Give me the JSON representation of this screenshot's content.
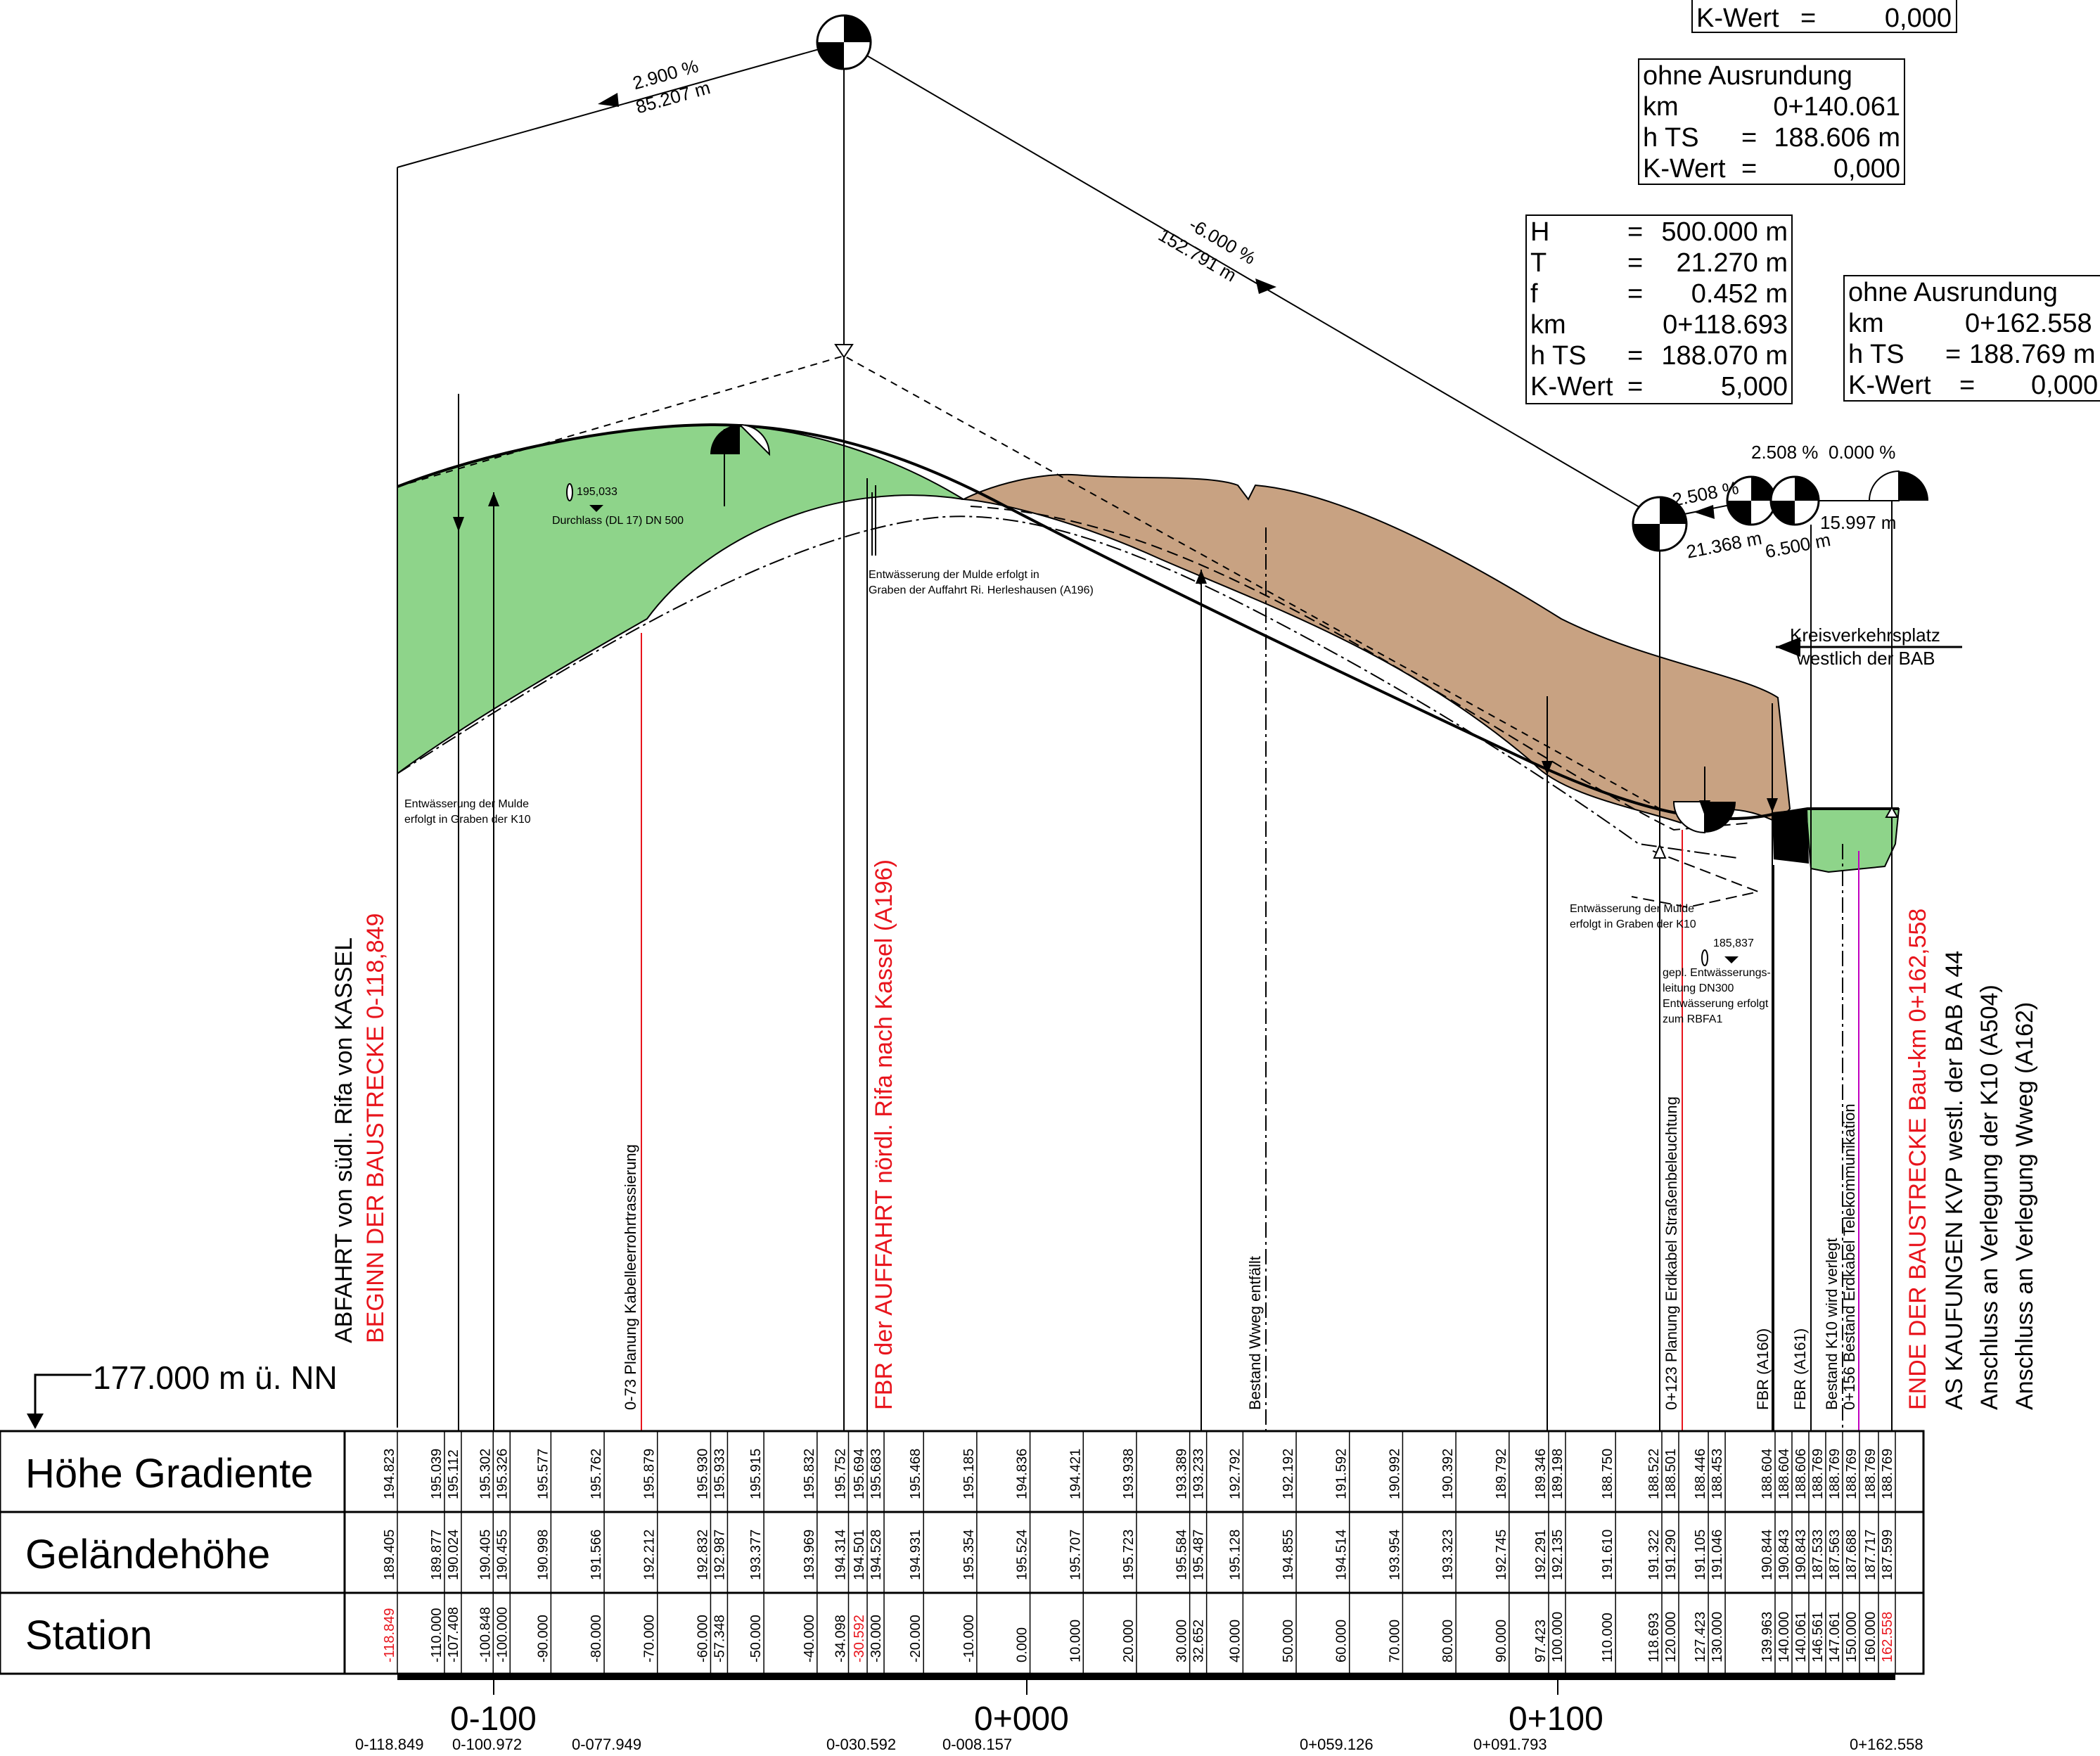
{
  "datum": "177.000 m ü. NN",
  "table": {
    "row_labels": [
      "Höhe Gradiente",
      "Geländehöhe",
      "Station"
    ],
    "columns": [
      {
        "grad": "194.823",
        "gel": "189.405",
        "sta": "-118.849",
        "red": true
      },
      {
        "grad": "195.039",
        "gel": "189.877",
        "sta": "-110.000"
      },
      {
        "grad": "195.112",
        "gel": "190.024",
        "sta": "-107.408"
      },
      {
        "grad": "195.302",
        "gel": "190.405",
        "sta": "-100.848"
      },
      {
        "grad": "195.326",
        "gel": "190.455",
        "sta": "-100.000"
      },
      {
        "grad": "195.577",
        "gel": "190.998",
        "sta": "-90.000"
      },
      {
        "grad": "195.762",
        "gel": "191.566",
        "sta": "-80.000"
      },
      {
        "grad": "195.879",
        "gel": "192.212",
        "sta": "-70.000"
      },
      {
        "grad": "195.930",
        "gel": "192.832",
        "sta": "-60.000"
      },
      {
        "grad": "195.933",
        "gel": "192.987",
        "sta": "-57.348"
      },
      {
        "grad": "195.915",
        "gel": "193.377",
        "sta": "-50.000"
      },
      {
        "grad": "195.832",
        "gel": "193.969",
        "sta": "-40.000"
      },
      {
        "grad": "195.752",
        "gel": "194.314",
        "sta": "-34.098"
      },
      {
        "grad": "195.694",
        "gel": "194.501",
        "sta": "-30.592",
        "red": true
      },
      {
        "grad": "195.683",
        "gel": "194.528",
        "sta": "-30.000"
      },
      {
        "grad": "195.468",
        "gel": "194.931",
        "sta": "-20.000"
      },
      {
        "grad": "195.185",
        "gel": "195.354",
        "sta": "-10.000"
      },
      {
        "grad": "194.836",
        "gel": "195.524",
        "sta": "0.000"
      },
      {
        "grad": "194.421",
        "gel": "195.707",
        "sta": "10.000"
      },
      {
        "grad": "193.938",
        "gel": "195.723",
        "sta": "20.000"
      },
      {
        "grad": "193.389",
        "gel": "195.584",
        "sta": "30.000"
      },
      {
        "grad": "193.233",
        "gel": "195.487",
        "sta": "32.652"
      },
      {
        "grad": "192.792",
        "gel": "195.128",
        "sta": "40.000"
      },
      {
        "grad": "192.192",
        "gel": "194.855",
        "sta": "50.000"
      },
      {
        "grad": "191.592",
        "gel": "194.514",
        "sta": "60.000"
      },
      {
        "grad": "190.992",
        "gel": "193.954",
        "sta": "70.000"
      },
      {
        "grad": "190.392",
        "gel": "193.323",
        "sta": "80.000"
      },
      {
        "grad": "189.792",
        "gel": "192.745",
        "sta": "90.000"
      },
      {
        "grad": "189.346",
        "gel": "192.291",
        "sta": "97.423"
      },
      {
        "grad": "189.198",
        "gel": "192.135",
        "sta": "100.000"
      },
      {
        "grad": "188.750",
        "gel": "191.610",
        "sta": "110.000"
      },
      {
        "grad": "188.522",
        "gel": "191.322",
        "sta": "118.693"
      },
      {
        "grad": "188.501",
        "gel": "191.290",
        "sta": "120.000"
      },
      {
        "grad": "188.446",
        "gel": "191.105",
        "sta": "127.423"
      },
      {
        "grad": "188.453",
        "gel": "191.046",
        "sta": "130.000"
      },
      {
        "grad": "188.604",
        "gel": "190.844",
        "sta": "139.963"
      },
      {
        "grad": "188.604",
        "gel": "190.843",
        "sta": "140.000"
      },
      {
        "grad": "188.606",
        "gel": "190.843",
        "sta": "140.061"
      },
      {
        "grad": "188.769",
        "gel": "187.533",
        "sta": "146.561"
      },
      {
        "grad": "188.769",
        "gel": "187.563",
        "sta": "147.061"
      },
      {
        "grad": "188.769",
        "gel": "187.688",
        "sta": "150.000"
      },
      {
        "grad": "188.769",
        "gel": "187.717",
        "sta": "160.000"
      },
      {
        "grad": "188.769",
        "gel": "187.599",
        "sta": "162.558",
        "red": true
      }
    ]
  },
  "axis": {
    "major_labels": [
      "0-100",
      "0+000",
      "0+100"
    ],
    "bottom_labels": [
      "0-118.849",
      "0-100.972",
      "0-077.949",
      "0-030.592",
      "0-008.157",
      "0+059.126",
      "0+091.793",
      "0+162.558"
    ]
  },
  "slopes": {
    "s1": {
      "grade": "2.900 %",
      "length": "85.207 m"
    },
    "s2": {
      "grade": "-6.000 %",
      "length": "152.791 m"
    },
    "s3": {
      "grade": "2.508 %",
      "length": "21.368 m"
    },
    "s4": {
      "grade": "2.508 %",
      "length": "6.500 m"
    },
    "s5": {
      "grade": "0.000 %",
      "length": "15.997 m"
    }
  },
  "boxes": {
    "top_kwert": {
      "label": "K-Wert",
      "eq": "=",
      "value": "0,000"
    },
    "box1": {
      "title": "ohne Ausrundung",
      "rows": [
        {
          "k": "km",
          "eq": "",
          "v": "0+140.061"
        },
        {
          "k": "h TS",
          "eq": "=",
          "v": "188.606 m"
        },
        {
          "k": "K-Wert",
          "eq": "=",
          "v": "0,000"
        }
      ]
    },
    "box2": {
      "rows": [
        {
          "k": "H",
          "eq": "=",
          "v": "500.000 m"
        },
        {
          "k": "T",
          "eq": "=",
          "v": "21.270 m"
        },
        {
          "k": "f",
          "eq": "=",
          "v": "0.452 m"
        },
        {
          "k": "km",
          "eq": "",
          "v": "0+118.693"
        },
        {
          "k": "h TS",
          "eq": "=",
          "v": "188.070 m"
        },
        {
          "k": "K-Wert",
          "eq": "=",
          "v": "5,000"
        }
      ]
    },
    "box3": {
      "title": "ohne Ausrundung",
      "rows": [
        {
          "k": "km",
          "eq": "",
          "v": "0+162.558"
        },
        {
          "k": "h TS",
          "eq": "=",
          "v": "188.769 m"
        },
        {
          "k": "K-Wert",
          "eq": "=",
          "v": "0,000"
        }
      ]
    }
  },
  "annotations": {
    "durchlass_height": "195,033",
    "durchlass": "Durchlass (DL 17) DN 500",
    "ent_mulde_k10_1": "Entwässerung der Mulde",
    "ent_mulde_k10_2": "erfolgt in Graben der K10",
    "ent_a196_1": "Entwässerung der Mulde erfolgt in",
    "ent_a196_2": "Graben der Auffahrt Ri. Herleshausen (A196)",
    "ent_r_1": "Entwässerung der Mulde",
    "ent_r_2": "erfolgt in Graben der K10",
    "height_185": "185,837",
    "gepl_1": "gepl. Entwässerungs-",
    "gepl_2": "leitung DN300",
    "gepl_3": "Entwässerung erfolgt",
    "gepl_4": "zum RBFA1",
    "kvp_1": "Kreisverkehrsplatz",
    "kvp_2": "westlich der BAB"
  },
  "vertical_labels": {
    "abfahrt": "ABFAHRT von südl. Rifa von KASSEL",
    "beginn": "BEGINN DER BAUSTRECKE 0-118,849",
    "kabel": "0-73 Planung Kabelleerrohrtrassierung",
    "fbr_a196": "FBR der AUFFAHRT nördl. Rifa nach Kassel (A196)",
    "wweg": "Bestand Wweg entfällt",
    "erdkabel": "0+123 Planung Erdkabel Straßenbeleuchtung",
    "fbr_a160": "FBR (A160)",
    "fbr_a161": "FBR (A161)",
    "k10": "Bestand K10 wird verlegt",
    "telekom": "0+156 Bestand Erdkabel Telekommunikation",
    "ende": "ENDE DER BAUSTRECKE Bau-km 0+162,558",
    "as_kaufungen": "AS KAUFUNGEN KVP westl. der BAB A 44",
    "anschluss_k10": "Anschluss an Verlegung der K10 (A504)",
    "anschluss_wweg": "Anschluss an Verlegung Wweg (A162)"
  },
  "colors": {
    "fill_cut": "#c8a282",
    "fill_fill": "#8ed48a",
    "red": "#e8141c",
    "magenta": "#c000c0"
  }
}
